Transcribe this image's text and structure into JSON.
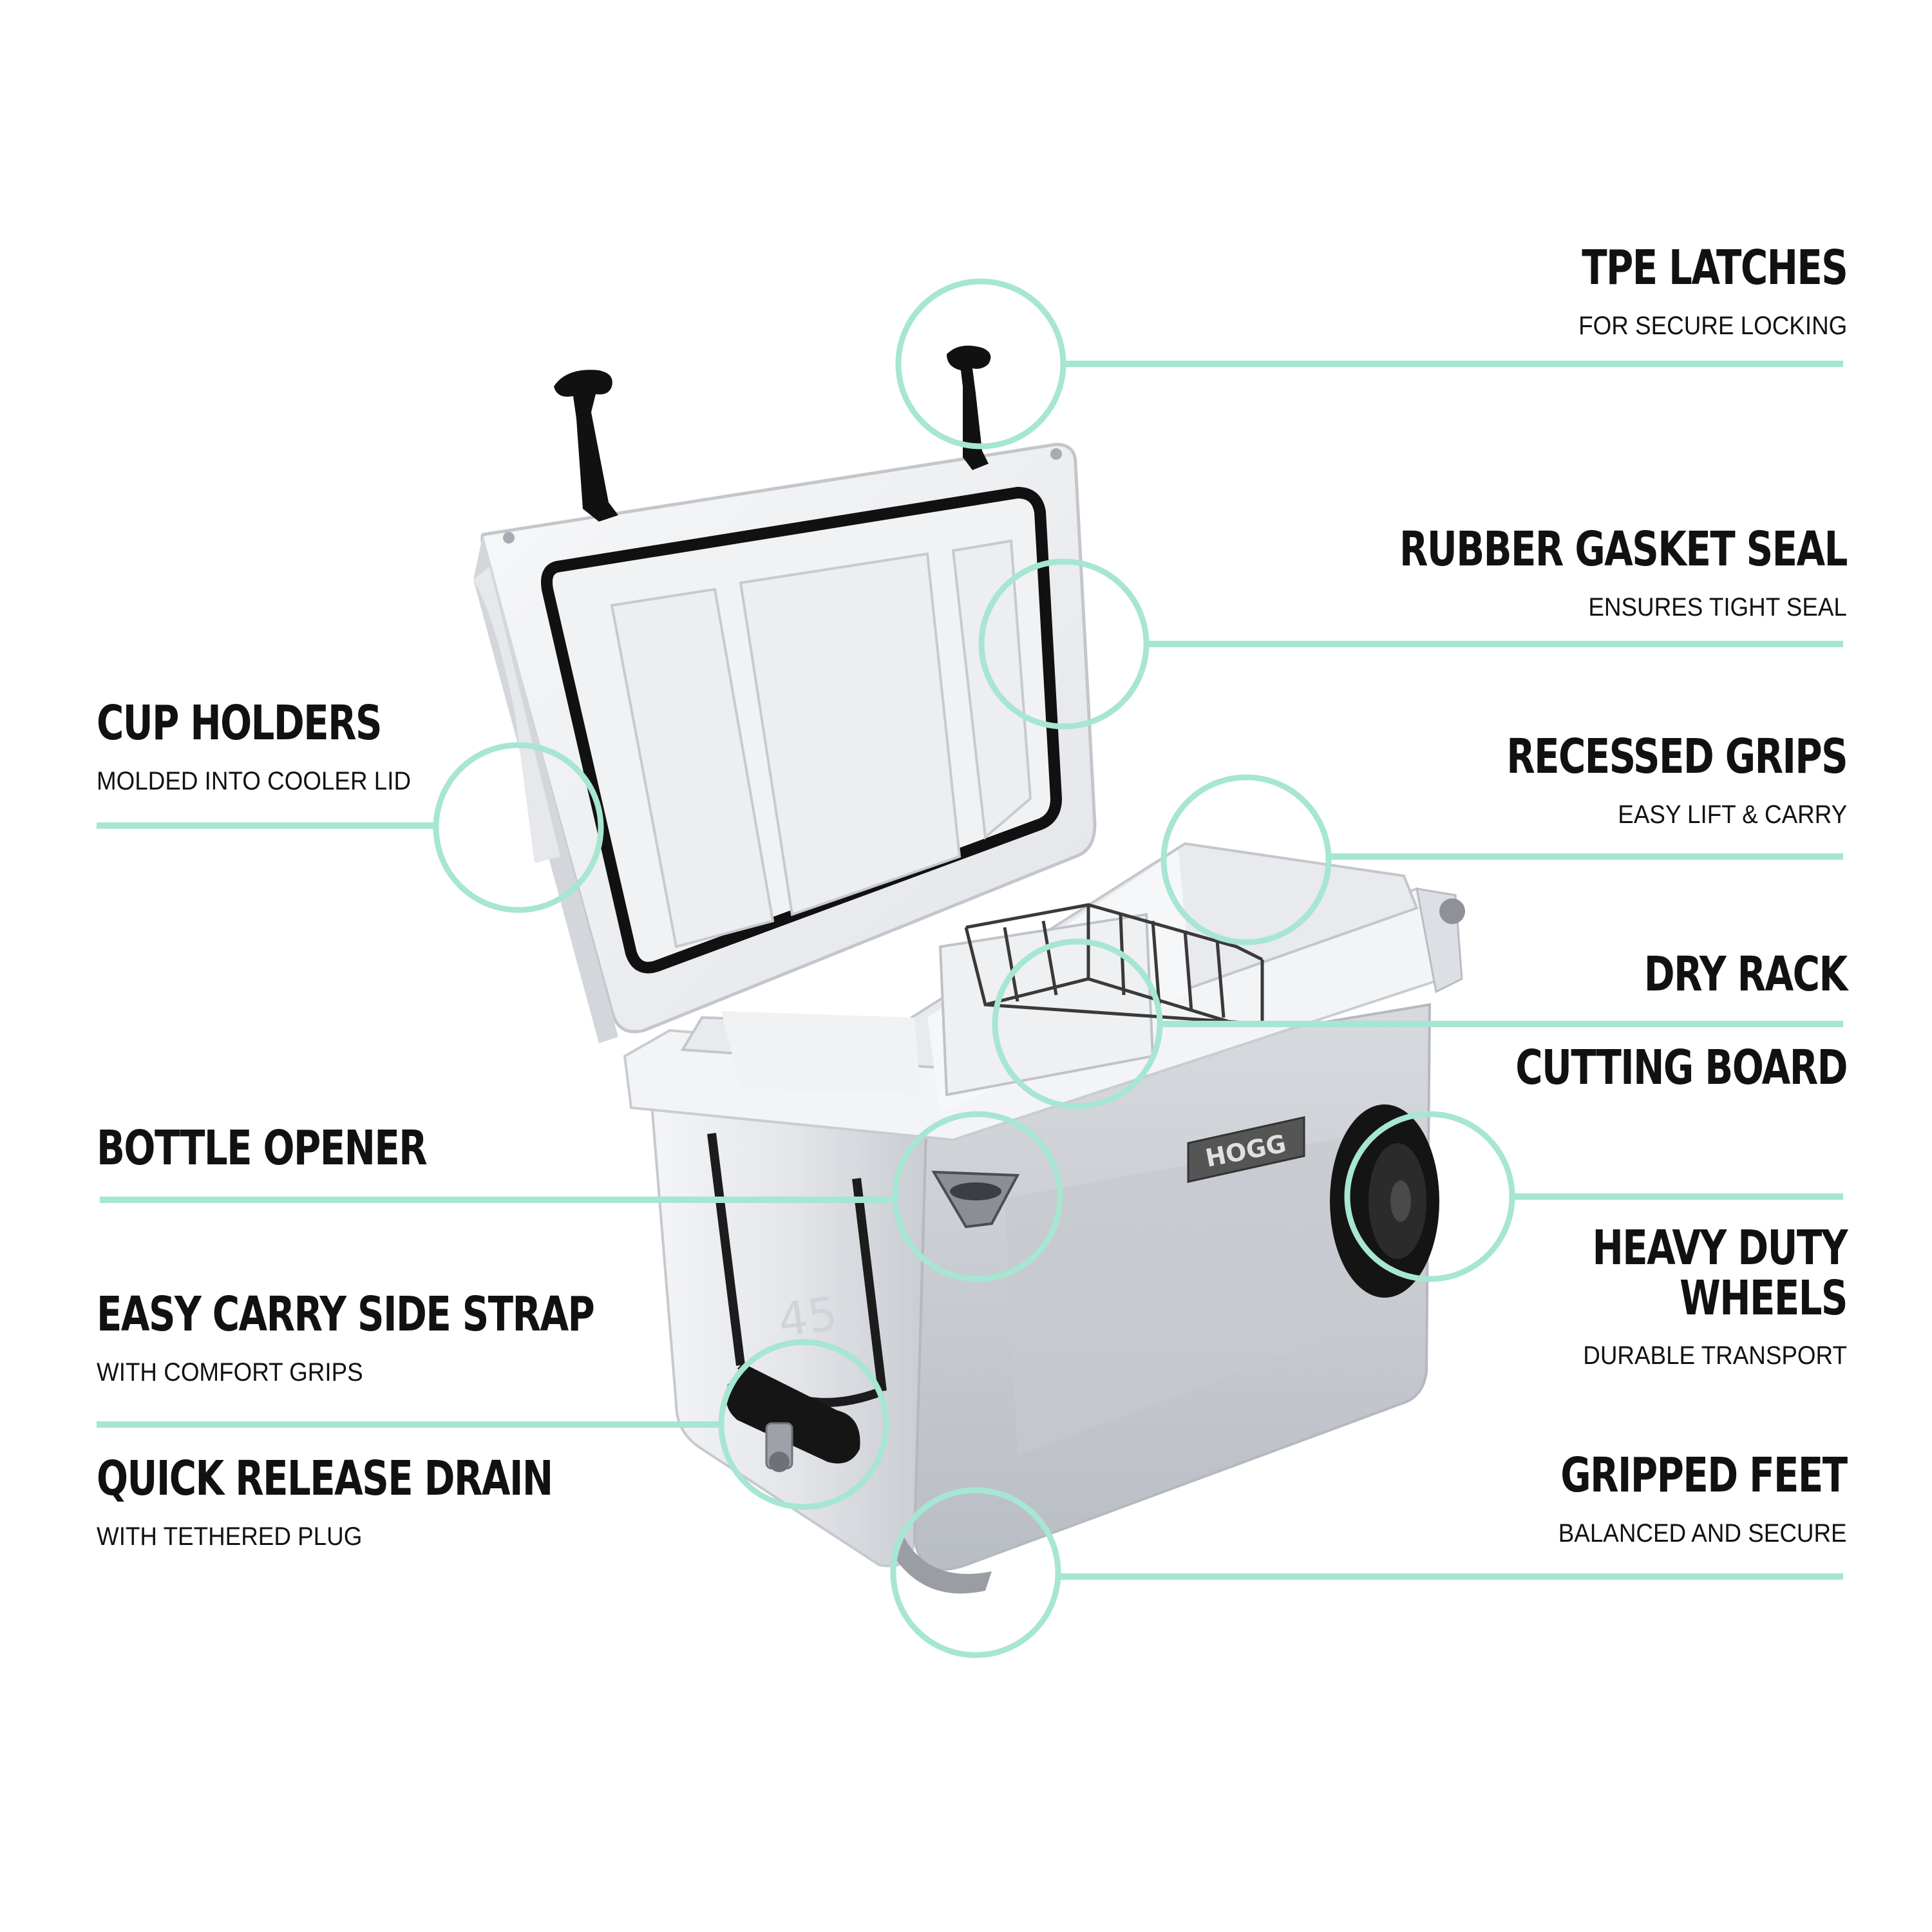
{
  "colors": {
    "accent": "#a6e6d2",
    "text": "#111111",
    "cooler_body": "#e9ebee",
    "gasket": "#111111",
    "badge": "#555555"
  },
  "product": {
    "badge_text": "HOGG",
    "embossed_size": "45"
  },
  "features": {
    "tpe_latches": {
      "title": "TPE LATCHES",
      "subtitle": "FOR SECURE LOCKING"
    },
    "rubber_gasket_seal": {
      "title": "RUBBER GASKET SEAL",
      "subtitle": "ENSURES TIGHT SEAL"
    },
    "recessed_grips": {
      "title": "RECESSED GRIPS",
      "subtitle": "EASY LIFT & CARRY"
    },
    "dry_rack": {
      "title": "DRY RACK"
    },
    "cutting_board": {
      "title": "CUTTING BOARD"
    },
    "heavy_duty_wheels": {
      "title_line1": "HEAVY DUTY",
      "title_line2": "WHEELS",
      "subtitle": "DURABLE TRANSPORT"
    },
    "gripped_feet": {
      "title": "GRIPPED FEET",
      "subtitle": "BALANCED AND SECURE"
    },
    "cup_holders": {
      "title": "CUP HOLDERS",
      "subtitle": "MOLDED INTO COOLER LID"
    },
    "bottle_opener": {
      "title": "BOTTLE OPENER"
    },
    "easy_carry_side_strap": {
      "title": "EASY CARRY SIDE STRAP",
      "subtitle": "WITH COMFORT GRIPS"
    },
    "quick_release_drain": {
      "title": "QUICK RELEASE DRAIN",
      "subtitle": "WITH TETHERED PLUG"
    }
  }
}
